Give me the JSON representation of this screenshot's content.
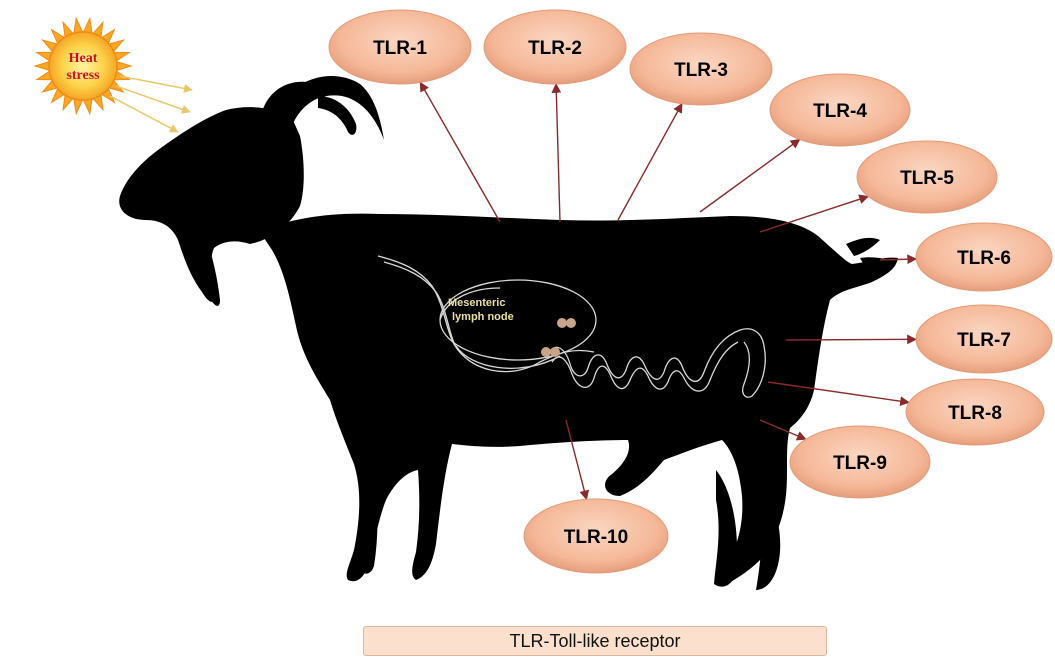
{
  "sun": {
    "line1": "Heat",
    "line2": "stress"
  },
  "lymph_node": {
    "line1": "Mesenteric",
    "line2": "lymph node"
  },
  "receptors": [
    {
      "label": "TLR-1"
    },
    {
      "label": "TLR-2"
    },
    {
      "label": "TLR-3"
    },
    {
      "label": "TLR-4"
    },
    {
      "label": "TLR-5"
    },
    {
      "label": "TLR-6"
    },
    {
      "label": "TLR-7"
    },
    {
      "label": "TLR-8"
    },
    {
      "label": "TLR-9"
    },
    {
      "label": "TLR-10"
    }
  ],
  "legend": {
    "text": "TLR-Toll-like receptor"
  },
  "colors": {
    "oval_center": "#f7c4aa",
    "oval_edge": "#e39a78",
    "arrow": "#8a2a2a",
    "sun_body": "#f7a824",
    "sun_text": "#c8102e",
    "silhouette": "#000000",
    "intestine": "#dcdcdc"
  }
}
